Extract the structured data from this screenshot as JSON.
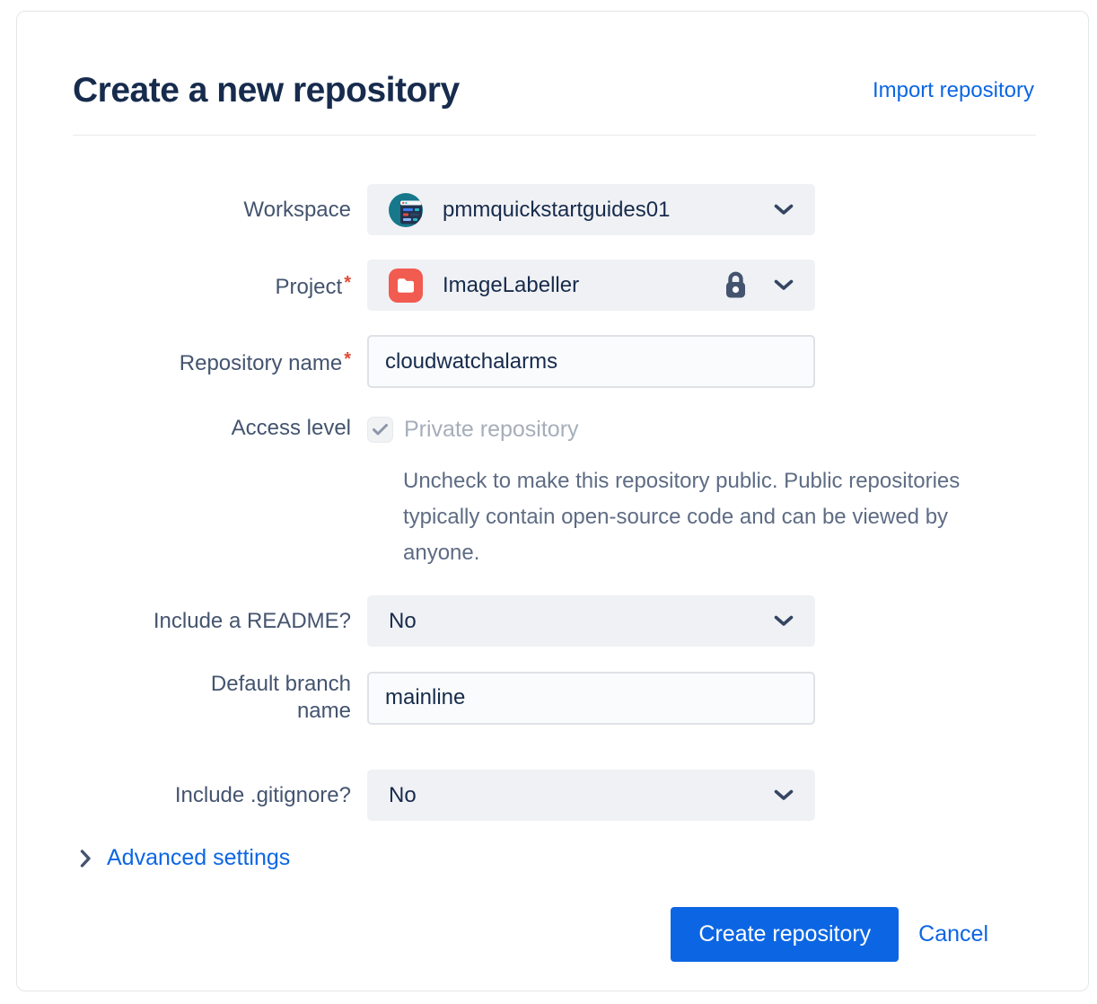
{
  "header": {
    "title": "Create a new repository",
    "import_link": "Import repository"
  },
  "form": {
    "workspace": {
      "label": "Workspace",
      "value": "pmmquickstartguides01"
    },
    "project": {
      "label": "Project",
      "required_marker": "*",
      "value": "ImageLabeller"
    },
    "repository_name": {
      "label": "Repository name",
      "required_marker": "*",
      "value": "cloudwatchalarms"
    },
    "access_level": {
      "label": "Access level",
      "checkbox_checked": true,
      "checkbox_label": "Private repository",
      "help_text": "Uncheck to make this repository public. Public repositories typically contain open-source code and can be viewed by anyone."
    },
    "include_readme": {
      "label": "Include a README?",
      "value": "No"
    },
    "default_branch": {
      "label": "Default branch name",
      "value": "mainline"
    },
    "include_gitignore": {
      "label": "Include .gitignore?",
      "value": "No"
    },
    "advanced_settings_label": "Advanced settings"
  },
  "footer": {
    "create_button": "Create repository",
    "cancel_button": "Cancel"
  },
  "colors": {
    "primary_blue": "#0C66E4",
    "title_text": "#172B4D",
    "label_text": "#44546F",
    "muted_help_text": "#5E6C84",
    "disabled_text": "#A6AEBB",
    "required_red": "#E34935",
    "select_background": "#F0F1F4",
    "input_border": "#DFE1E6",
    "card_border": "#E4E6EA",
    "workspace_avatar_teal": "#17788C",
    "project_icon_red": "#F15B50",
    "icon_slate": "#44546F",
    "chevron_navy": "#344563"
  }
}
